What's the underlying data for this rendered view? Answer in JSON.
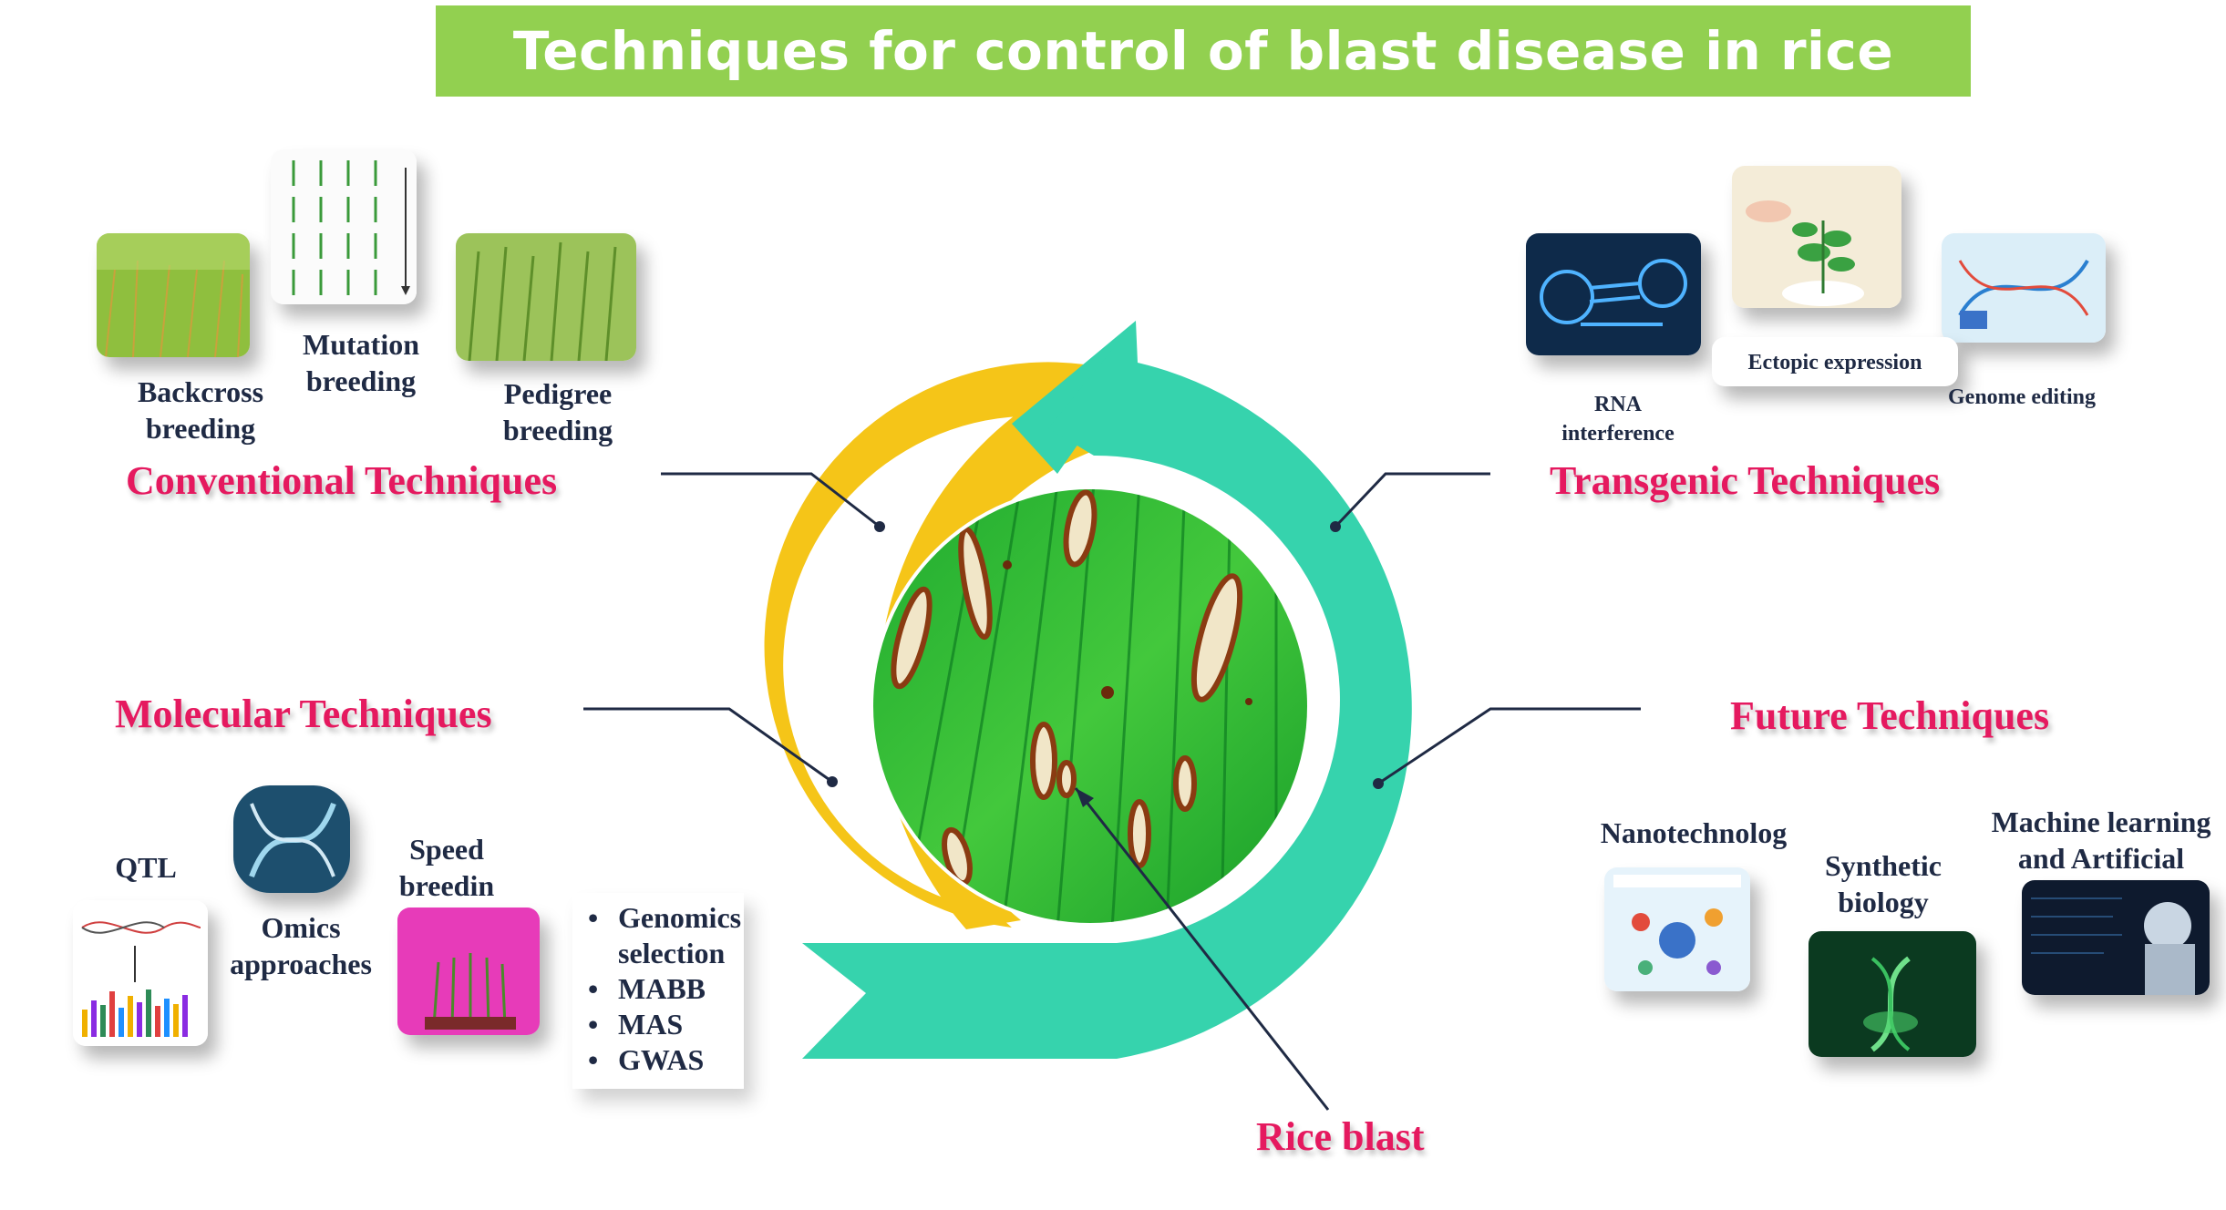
{
  "title": "Techniques for control of blast disease in rice",
  "sections": {
    "conventional": {
      "title": "Conventional Techniques",
      "items": [
        {
          "label": "Backcross\nbreeding"
        },
        {
          "label": "Mutation\nbreeding"
        },
        {
          "label": "Pedigree\nbreeding"
        }
      ]
    },
    "transgenic": {
      "title": "Transgenic Techniques",
      "items": [
        {
          "label": "RNA\ninterference"
        },
        {
          "label": "Ectopic expression"
        },
        {
          "label": "Genome editing"
        }
      ]
    },
    "molecular": {
      "title": "Molecular Techniques",
      "items": [
        {
          "label": "QTL"
        },
        {
          "label": "Omics\napproaches"
        },
        {
          "label": "Speed\nbreedin"
        }
      ],
      "list": [
        "Genomics",
        "selection",
        "MABB",
        "MAS",
        "GWAS"
      ]
    },
    "future": {
      "title": "Future Techniques",
      "items": [
        {
          "label": "Nanotechnolog\ny"
        },
        {
          "label": "Synthetic\nbiology"
        },
        {
          "label": "Machine learning\nand Artificial"
        }
      ]
    }
  },
  "center": {
    "label": "Rice blast"
  },
  "colors": {
    "title_bar": "#92d050",
    "section_title": "#e5195f",
    "arrow_yellow": "#f5c518",
    "arrow_teal": "#36d3ad",
    "label_text": "#1f2a44",
    "connector": "#1f2a44"
  },
  "icons": [
    "dna-icon",
    "rice-field",
    "plant-hand",
    "robot-ai",
    "nanotech",
    "helix"
  ]
}
